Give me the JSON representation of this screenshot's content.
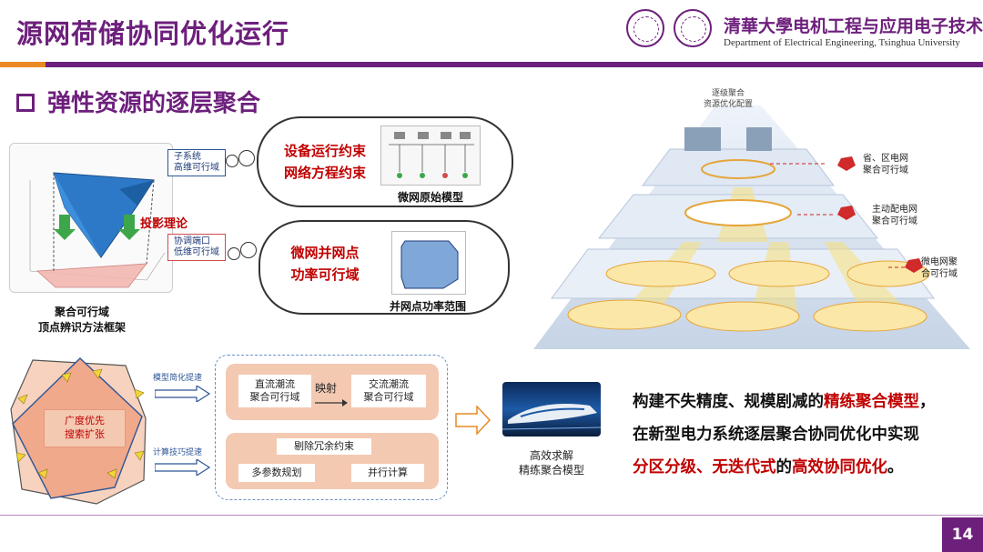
{
  "header": {
    "title": "源网荷储协同优化运行",
    "university_cn_name": "清華大學",
    "university_cn_dept": "电机工程与应用电子技术系",
    "university_en": "Department of Electrical Engineering, Tsinghua University"
  },
  "section_title": "弹性资源的逐层聚合",
  "left_panel": {
    "tag_high": "子系统\n高维可行域",
    "projection_label": "投影理论",
    "tag_low": "协调端口\n低维可行域",
    "caption_line1": "聚合可行域",
    "caption_line2": "顶点辨识方法框架"
  },
  "cloud_top": {
    "line1": "设备运行约束",
    "line2": "网络方程约束",
    "caption": "微网原始模型"
  },
  "cloud_bottom": {
    "line1": "微网并网点",
    "line2": "功率可行域",
    "caption": "并网点功率范围"
  },
  "hexagon": {
    "label_line1": "广度优先",
    "label_line2": "搜索扩张"
  },
  "flow": {
    "arrow1_label": "模型简化提速",
    "arrow2_label": "计算技巧提速",
    "box_dc": "直流潮流\n聚合可行域",
    "mapping": "映射",
    "box_ac": "交流潮流\n聚合可行域",
    "remove_redundant": "剔除冗余约束",
    "multi_param": "多参数规划",
    "parallel": "并行计算"
  },
  "train": {
    "caption_line1": "高效求解",
    "caption_line2": "精练聚合模型"
  },
  "pyramid": {
    "top_line1": "逐级聚合",
    "top_line2": "资源优化配置",
    "label_province": "省、区电网\n聚合可行域",
    "label_distribution": "主动配电网\n聚合可行域",
    "label_microgrid": "微电网聚\n合可行域"
  },
  "conclusion": {
    "line1_a": "构建不失精度、规模剧减的",
    "line1_b": "精练聚合模型",
    "line1_c": "，",
    "line2": "在新型电力系统逐层聚合协同优化中实现",
    "line3_a": "分区分级、无迭代式",
    "line3_b": "的",
    "line3_c": "高效协同优化",
    "line3_d": "。"
  },
  "page_number": "14",
  "colors": {
    "primary": "#6d1f7c",
    "accent_orange": "#e98a23",
    "highlight_red": "#c00000",
    "salmon": "#f4c9b2"
  }
}
